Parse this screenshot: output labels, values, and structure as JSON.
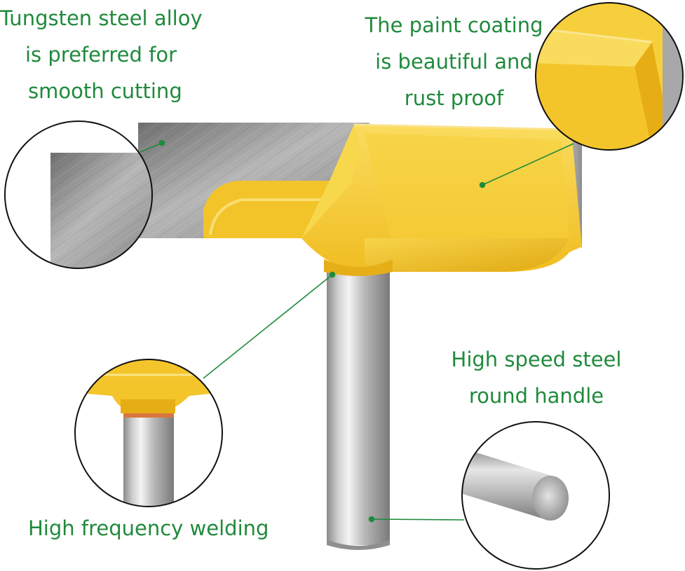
{
  "captions": {
    "tungsten": [
      "Tungsten steel alloy",
      "is preferred for",
      "smooth cutting"
    ],
    "paint": [
      "The paint coating",
      "is beautiful and",
      "rust proof"
    ],
    "handle": [
      "High speed steel",
      "round handle"
    ],
    "welding": [
      "High frequency welding"
    ]
  },
  "colors": {
    "text": "#1f8a3c",
    "leader": "#1f8a3c",
    "body_yellow": "#f3c528",
    "steel": "#9c9c9c"
  }
}
